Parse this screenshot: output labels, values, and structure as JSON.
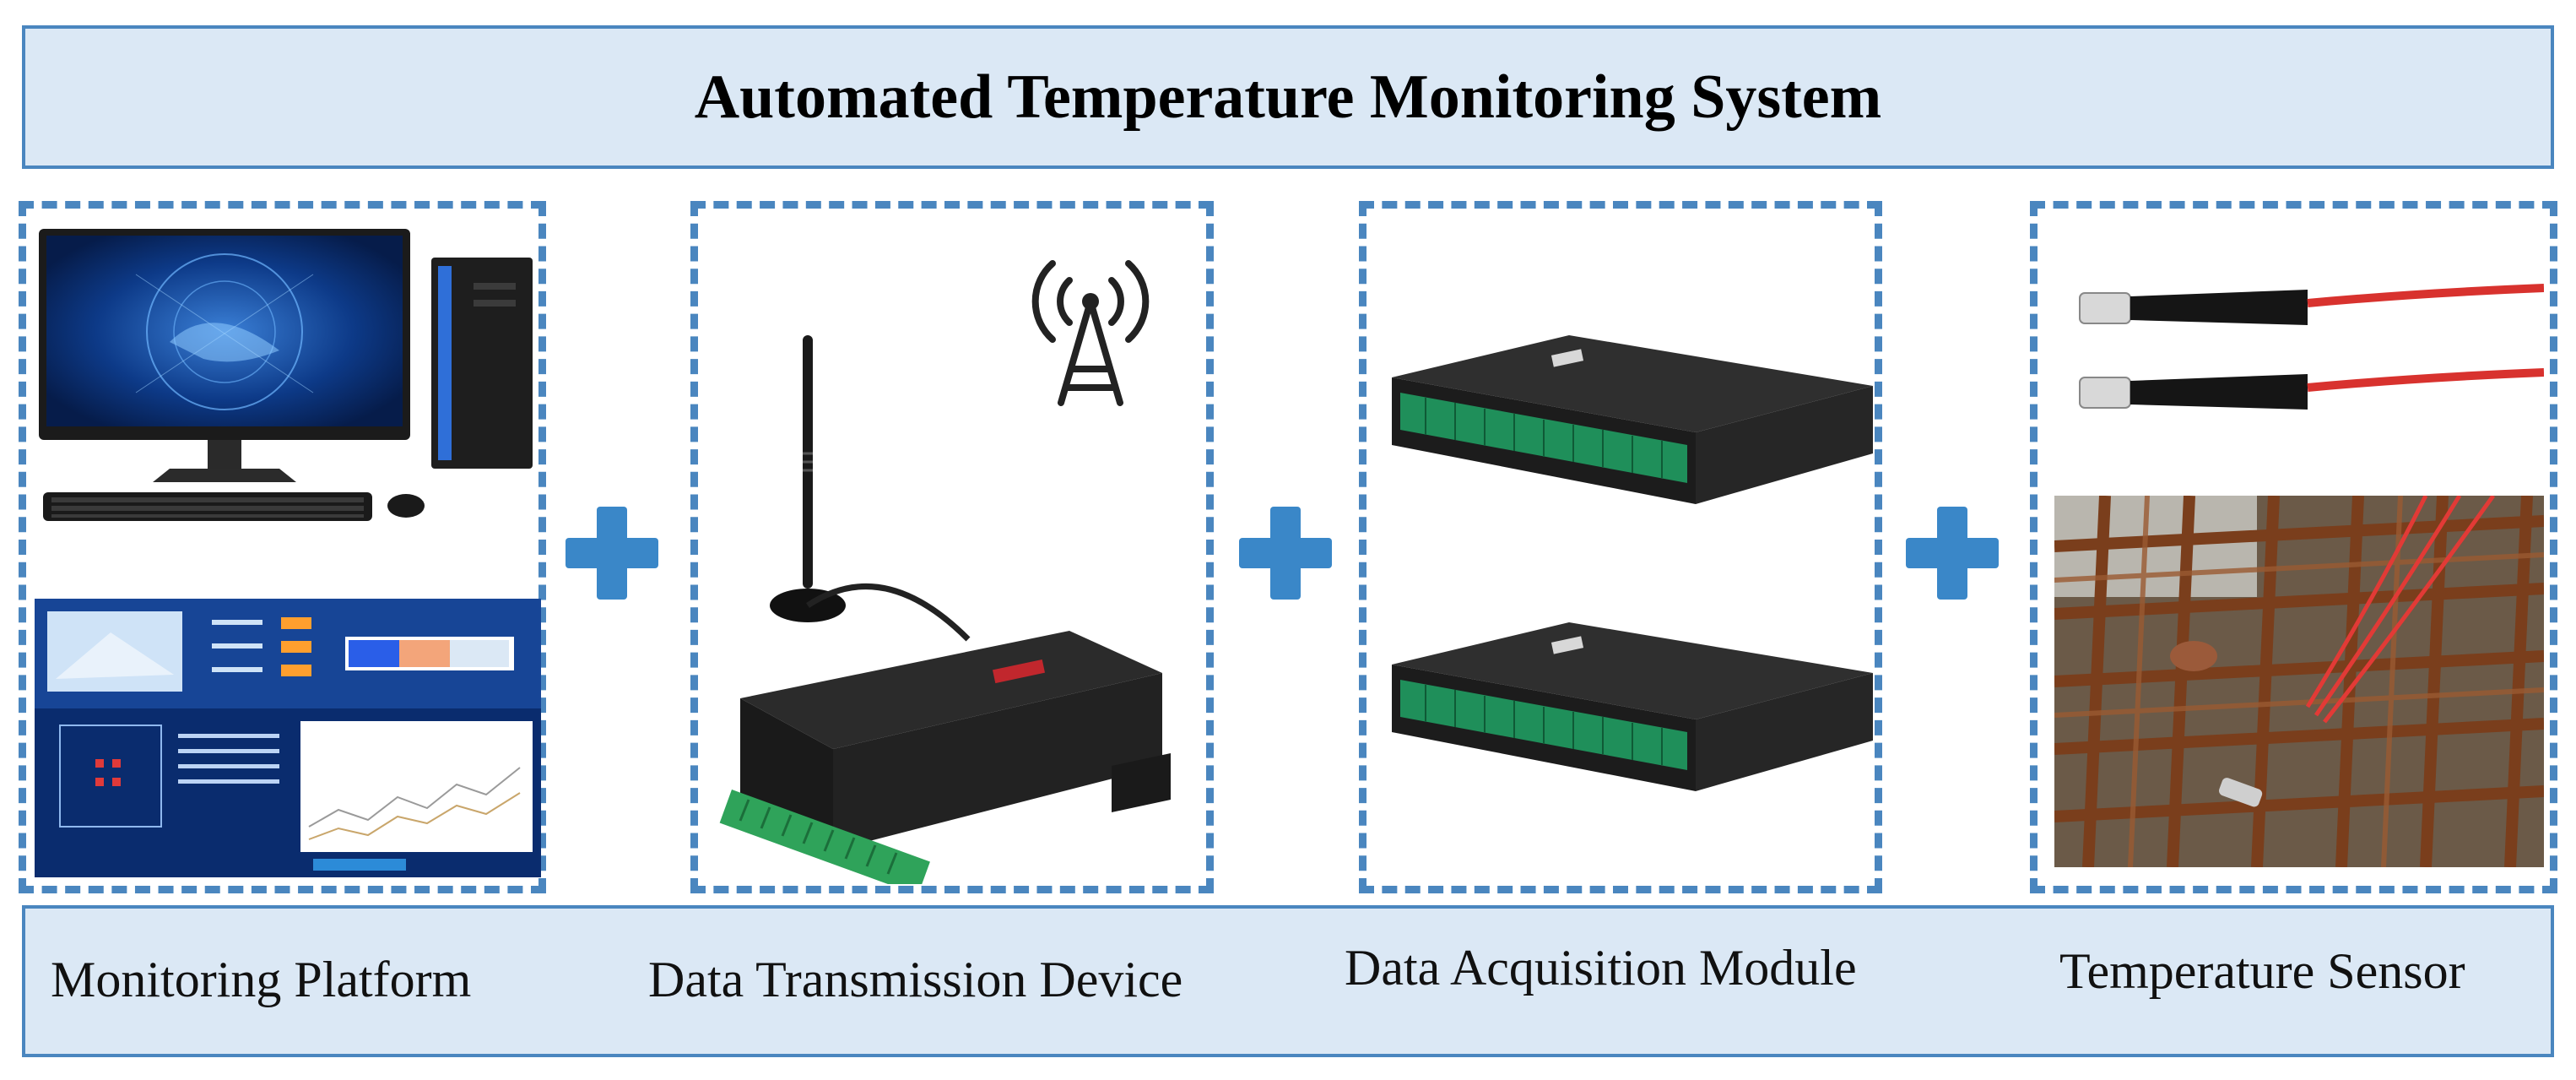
{
  "title": "Automated Temperature Monitoring System",
  "components": [
    {
      "label": "Monitoring Platform"
    },
    {
      "label": "Data Transmission Device"
    },
    {
      "label": "Data Acquisition Module"
    },
    {
      "label": "Temperature Sensor"
    }
  ],
  "icons": [
    "desktop-computer-icon",
    "dashboard-screen-icon",
    "signal-tower-icon",
    "wireless-router-icon",
    "acquisition-module-icon",
    "temperature-probe-icon",
    "rebar-site-photo"
  ],
  "colors": {
    "accent": "#4a86bf",
    "banner_fill": "#dbe8f5",
    "plus": "#3a87c8",
    "module_green": "#1f8f5a",
    "wire_red": "#d8322e"
  }
}
